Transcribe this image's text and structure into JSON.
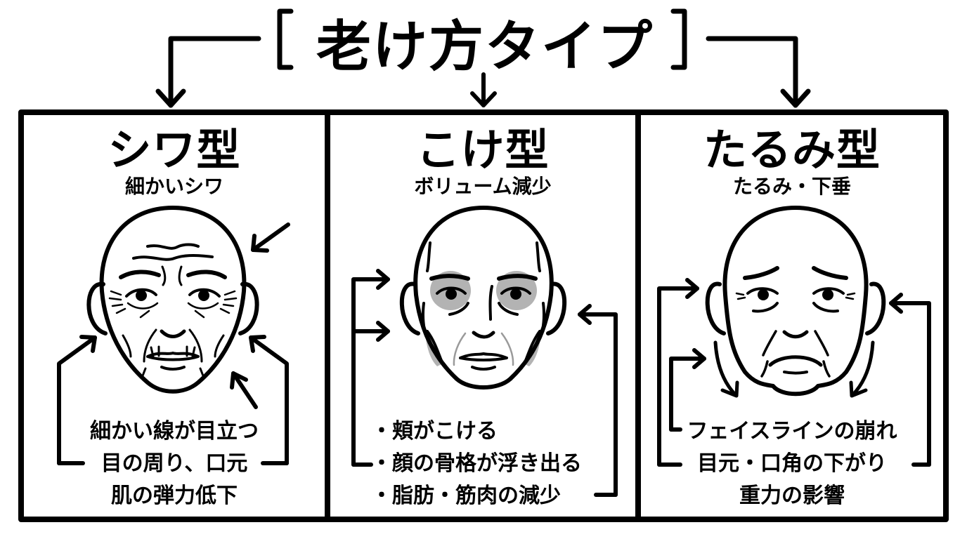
{
  "header": {
    "title": "老け方タイプ",
    "bracket_left": "[",
    "bracket_right": "]"
  },
  "panels": [
    {
      "id": "wrinkle",
      "title": "シワ型",
      "subtitle": "細かいシワ",
      "icon": "wrinkled-face-icon",
      "lines": [
        "細かい線が目立つ",
        "目の周り、口元",
        "肌の弾力低下"
      ]
    },
    {
      "id": "hollow",
      "title": "こけ型",
      "subtitle": "ボリューム減少",
      "icon": "hollow-cheek-face-icon",
      "lines": [
        "・頬がこける",
        "・顔の骨格が浮き出る",
        "・脂肪・筋肉の減少"
      ]
    },
    {
      "id": "sagging",
      "title": "たるみ型",
      "subtitle": "たるみ・下垂",
      "icon": "sagging-face-icon",
      "lines": [
        "フェイスラインの崩れ",
        "目元・口角の下がり",
        "重力の影響"
      ]
    }
  ],
  "colors": {
    "stroke": "#000000",
    "background": "#ffffff",
    "shadow_fill": "#b3b3b3",
    "faint_line": "#9a9a9a"
  }
}
